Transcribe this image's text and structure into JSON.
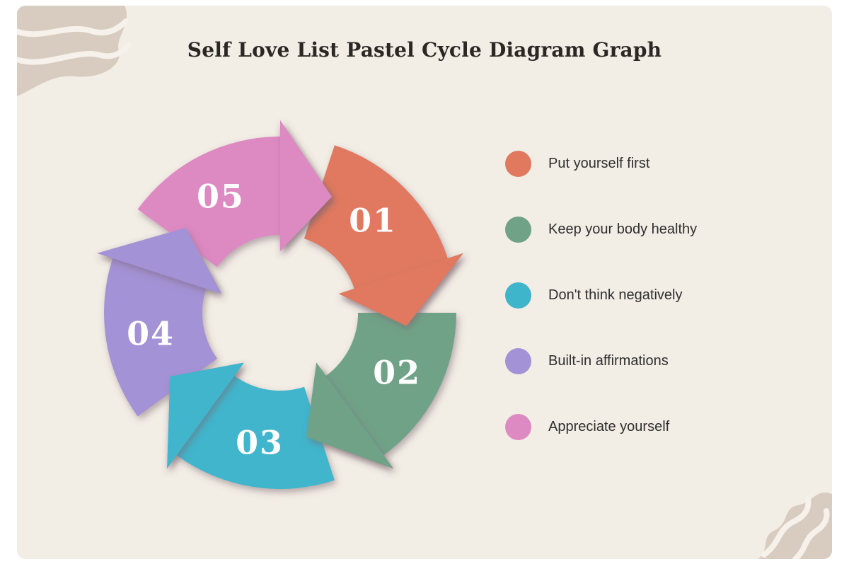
{
  "page": {
    "title": "Self Love List Pastel Cycle Diagram Graph",
    "background_color": "#F2EDE5",
    "blob_color": "#D8CCC0"
  },
  "diagram": {
    "type": "cycle",
    "direction": "clockwise",
    "segments": [
      {
        "number": "01",
        "label": "Put yourself first",
        "color": "#E0795E"
      },
      {
        "number": "02",
        "label": "Keep your body healthy",
        "color": "#6FA287"
      },
      {
        "number": "03",
        "label": "Don't think negatively",
        "color": "#3FB5CC"
      },
      {
        "number": "04",
        "label": "Built-in affirmations",
        "color": "#A392D5"
      },
      {
        "number": "05",
        "label": "Appreciate yourself",
        "color": "#DD89C2"
      }
    ]
  },
  "legend": {
    "items": [
      {
        "label": "Put yourself first",
        "color": "#E0795E"
      },
      {
        "label": "Keep your body healthy",
        "color": "#6FA287"
      },
      {
        "label": "Don't think negatively",
        "color": "#3FB5CC"
      },
      {
        "label": "Built-in affirmations",
        "color": "#A392D5"
      },
      {
        "label": "Appreciate yourself",
        "color": "#DD89C2"
      }
    ]
  }
}
